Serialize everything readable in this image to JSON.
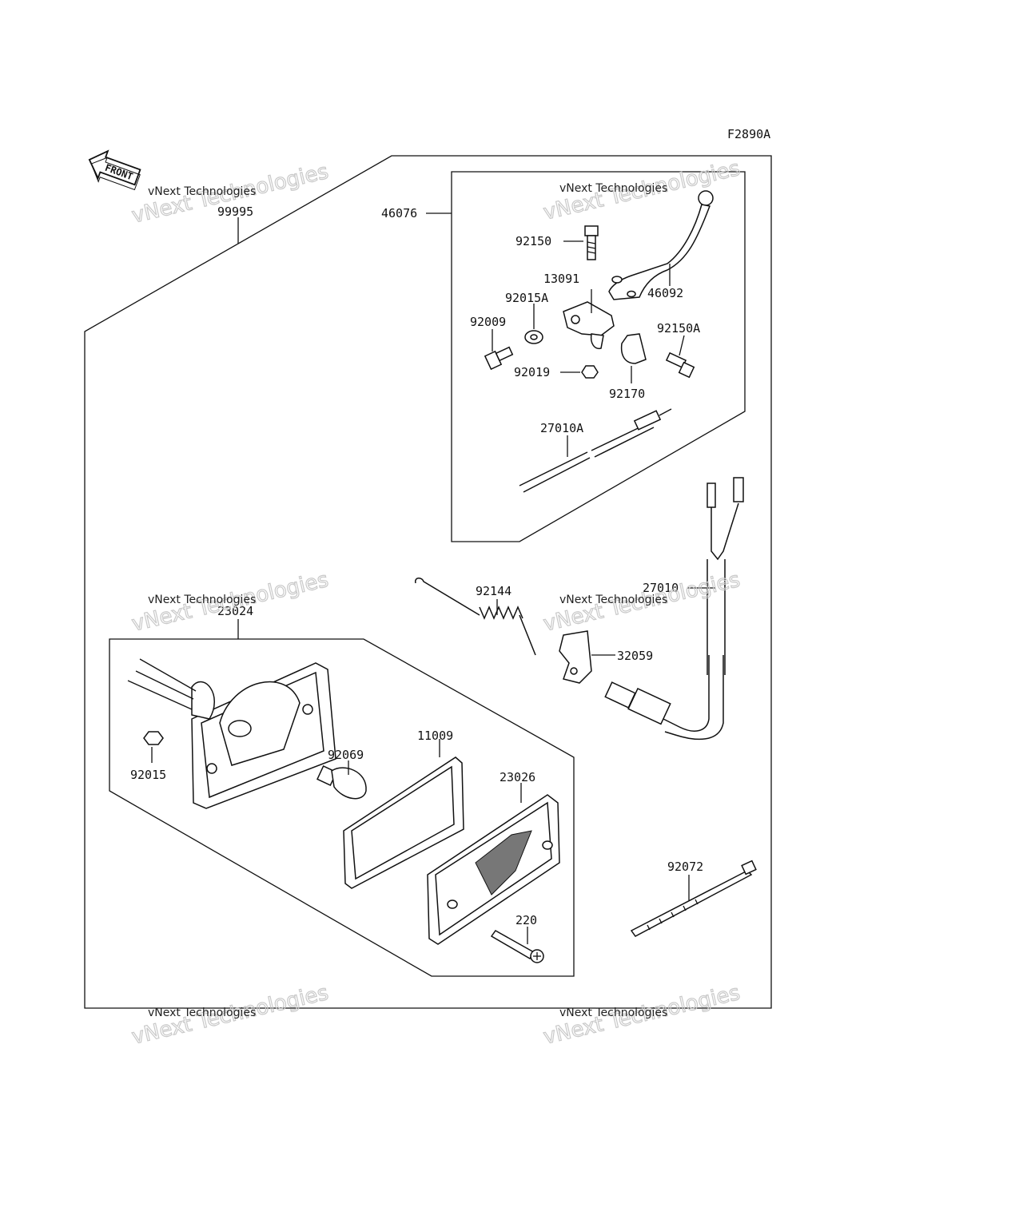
{
  "figure_code": "F2890A",
  "front_label": "FRONT",
  "watermark": {
    "line1": "vNext Technologies",
    "line2": "vNext Technologies"
  },
  "parts": {
    "assembly": "99995",
    "brake_lever_assy": "46076",
    "bolt": "92150",
    "lever": "46092",
    "holder": "13091",
    "collar": "92015A",
    "pivot_bolt": "92009",
    "clamp_bolt": "92150A",
    "nut": "92019",
    "clamp": "92170",
    "switch_lead": "27010A",
    "spring": "92144",
    "stop_switch": "27010",
    "bracket": "32059",
    "lamp_assy": "23024",
    "lamp_nut": "92015",
    "bulb": "92069",
    "gasket": "11009",
    "lens": "23026",
    "screw": "220",
    "band": "92072"
  }
}
